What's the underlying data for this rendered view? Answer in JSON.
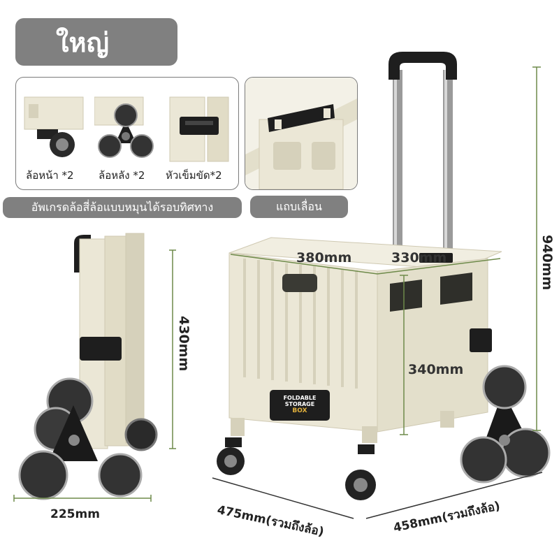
{
  "header": {
    "size_label": "ใหญ่"
  },
  "features": {
    "front_wheel": "ล้อหน้า *2",
    "rear_wheel": "ล้อหลัง *2",
    "buckle": "หัวเข็มขัด*2",
    "upgrade_banner": "อัพเกรดล้อสี่ล้อแบบหมุนได้รอบทิศทาง",
    "slide_banner": "แถบเลื่อน"
  },
  "dimensions": {
    "folded_width": "225mm",
    "folded_height": "430mm",
    "top_length": "380mm",
    "top_width": "330mm",
    "box_height": "340mm",
    "total_height": "940mm",
    "base_length": "475mm(รวมถึงล้อ)",
    "base_width": "458mm(รวมถึงล้อ)"
  },
  "product": {
    "box_label_line1": "FOLDABLE STORAGE",
    "box_label_line2": "BOX"
  },
  "colors": {
    "cream": "#ebe7d6",
    "cream_shadow": "#d6d1bb",
    "dim_green": "#6e8a4a",
    "badge_grey": "#808080"
  }
}
